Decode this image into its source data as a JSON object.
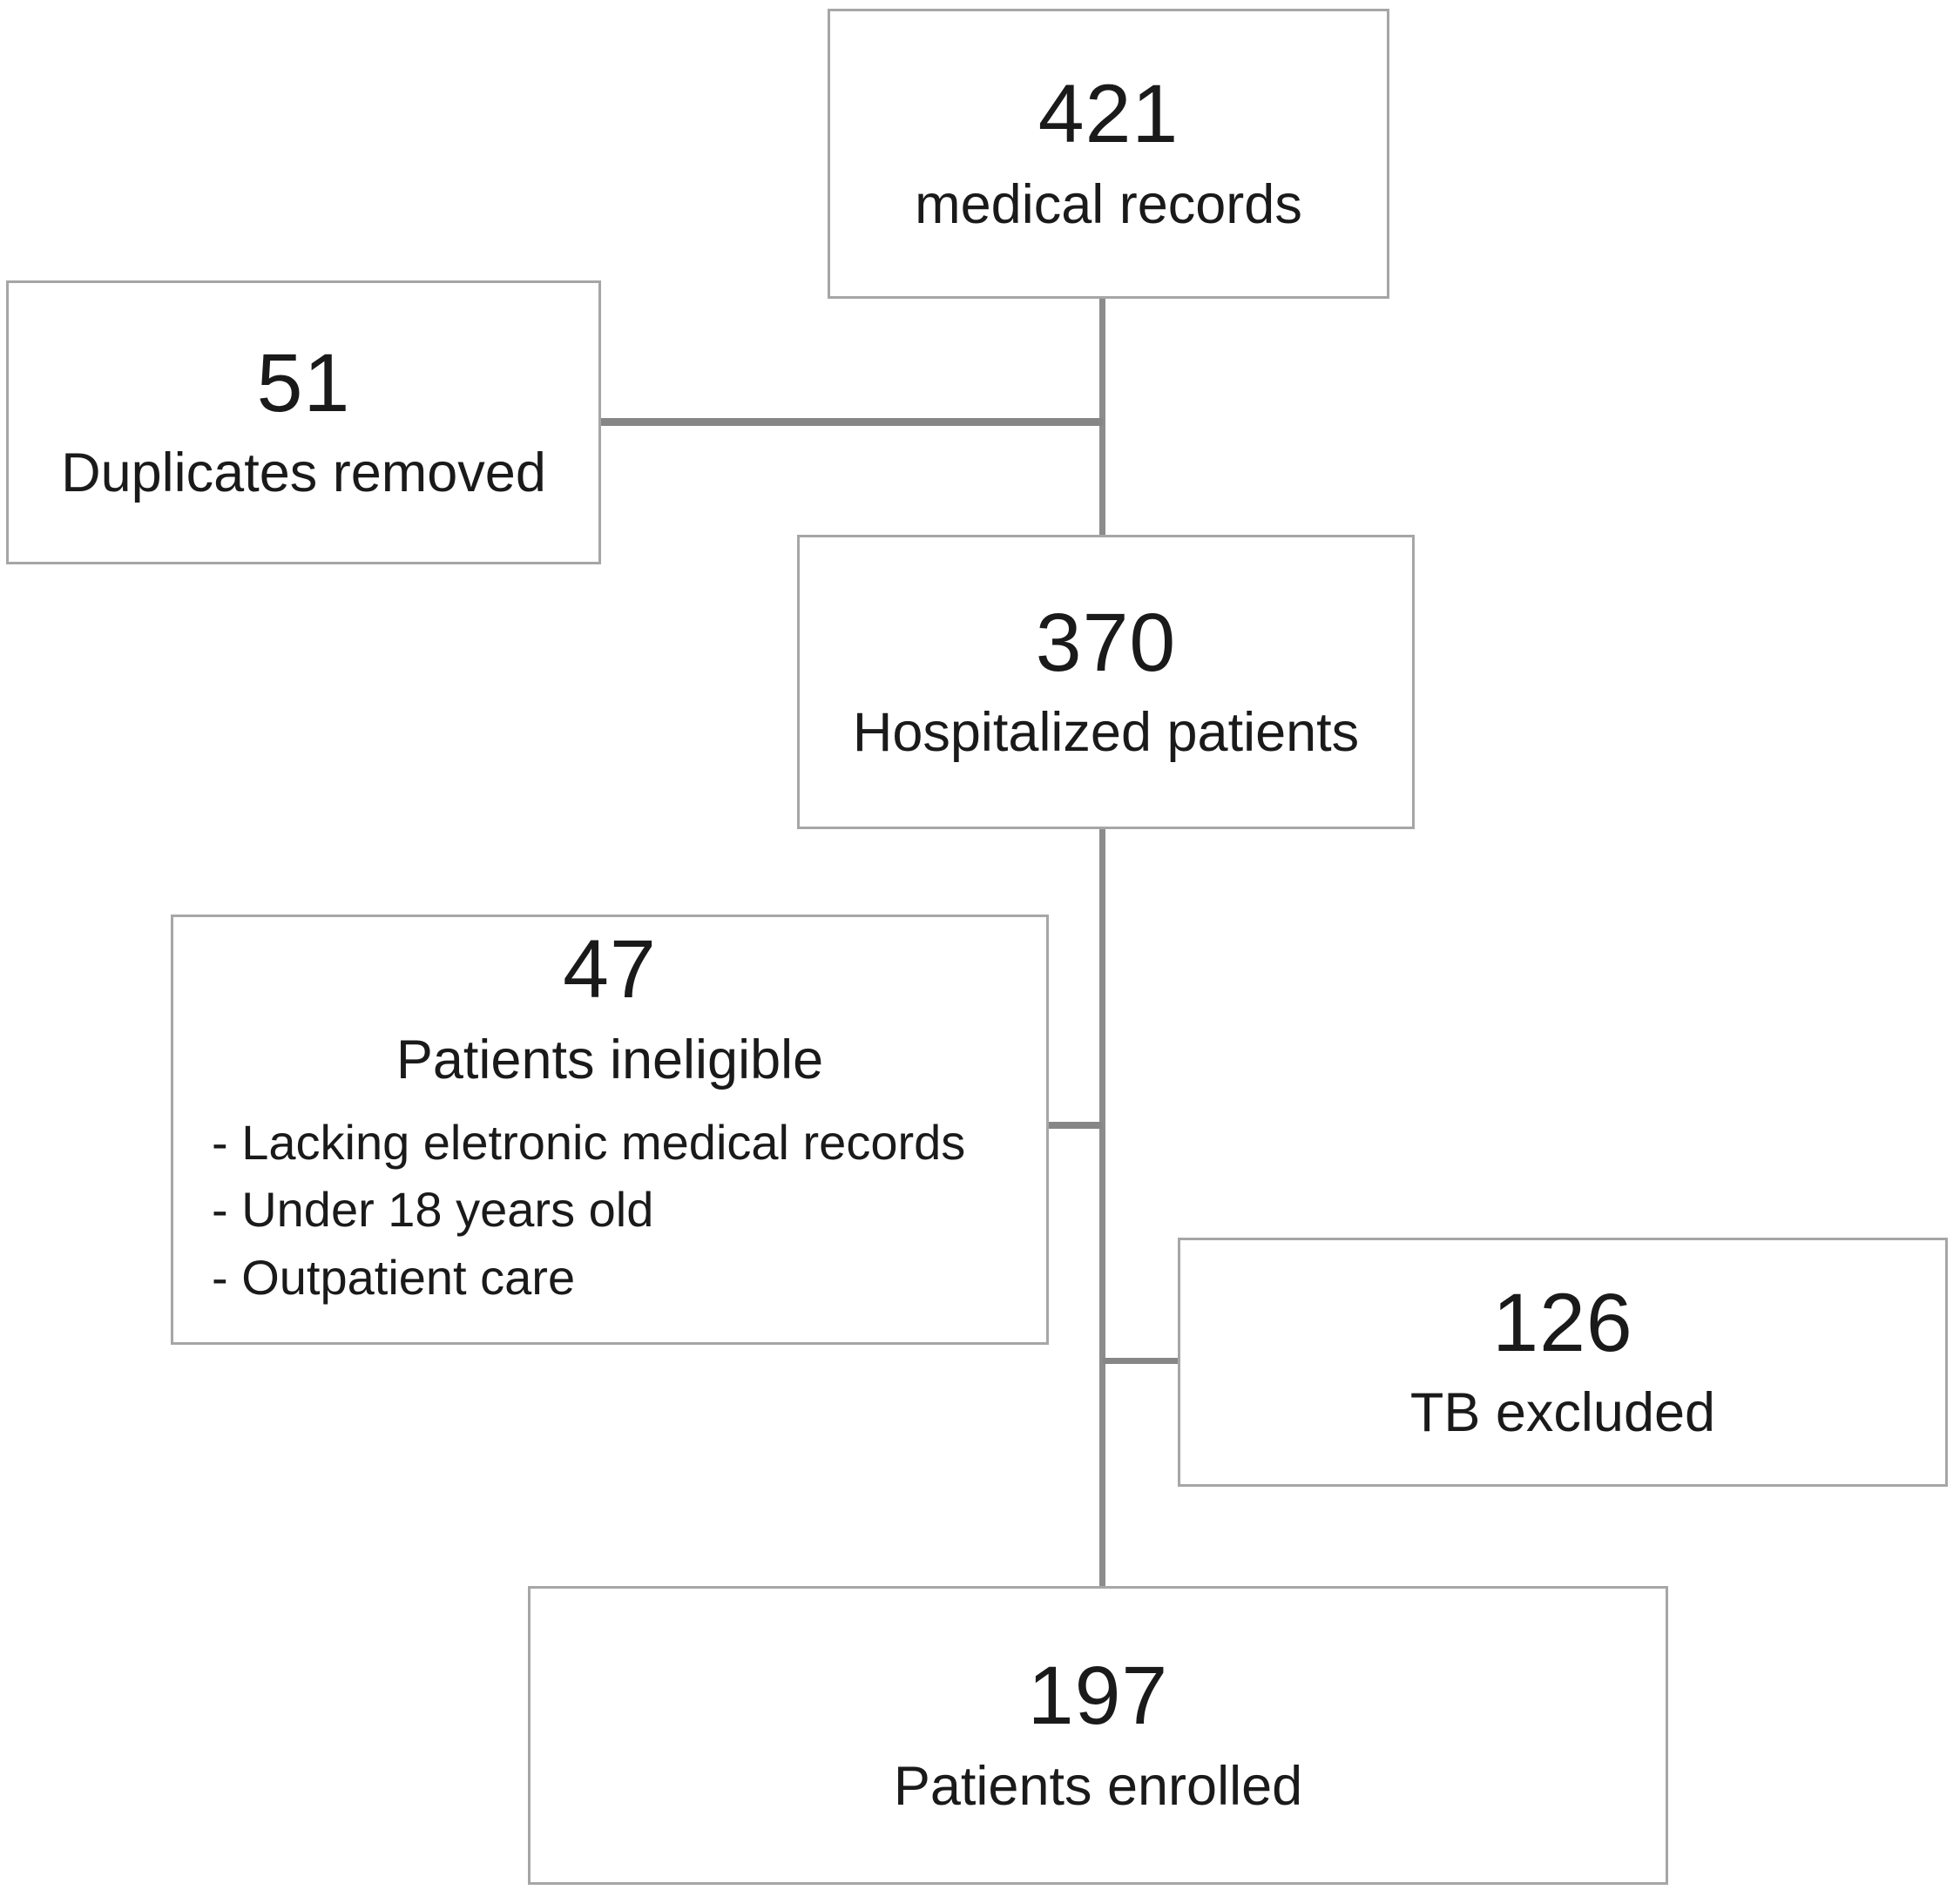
{
  "figure": {
    "type": "patient-enrollment-flowchart",
    "background_color": "#ffffff",
    "box_border_color": "#a6a6a6",
    "connector_color": "#8c8c8c",
    "text_color": "#1a1a1a"
  },
  "boxes": [
    {
      "id": "records",
      "count": "421",
      "label": "medical records"
    },
    {
      "id": "duplicates",
      "count": "51",
      "label": "Duplicates removed"
    },
    {
      "id": "hospitalized",
      "count": "370",
      "label": "Hospitalized patients"
    },
    {
      "id": "ineligible",
      "count": "47",
      "label": "Patients ineligible",
      "bullets": [
        "- Lacking eletronic medical records",
        "- Under 18 years old",
        "- Outpatient care"
      ]
    },
    {
      "id": "tb_excluded",
      "count": "126",
      "label": "TB excluded"
    },
    {
      "id": "enrolled",
      "count": "197",
      "label": "Patients enrolled"
    }
  ]
}
